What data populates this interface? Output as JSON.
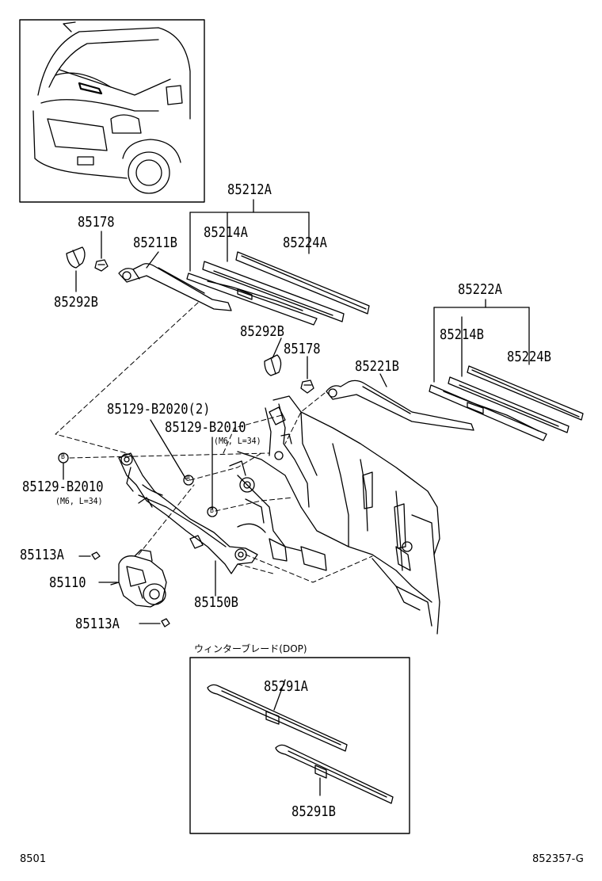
{
  "labels": {
    "p85212A": "85212A",
    "p85178_top": "85178",
    "p85211B": "85211B",
    "p85214A": "85214A",
    "p85224A": "85224A",
    "p85292B_left": "85292B",
    "p85222A": "85222A",
    "p85292B_mid": "85292B",
    "p85178_mid": "85178",
    "p85214B": "85214B",
    "p85224B": "85224B",
    "p85221B": "85221B",
    "p85129_B2020": "85129-B2020(2)",
    "p85129_B2010_right": "85129-B2010",
    "spec_right": "(M6, L=34)",
    "p85129_B2010_left": "85129-B2010",
    "spec_left": "(M6, L=34)",
    "p85113A_top": "85113A",
    "p85110": "85110",
    "p85150B": "85150B",
    "p85113A_bottom": "85113A",
    "winter_blade": "ウィンターブレード(DOP)",
    "p85291A": "85291A",
    "p85291B": "85291B",
    "marker_b": "B"
  },
  "footer": {
    "left": "8501",
    "right": "852357-G"
  }
}
